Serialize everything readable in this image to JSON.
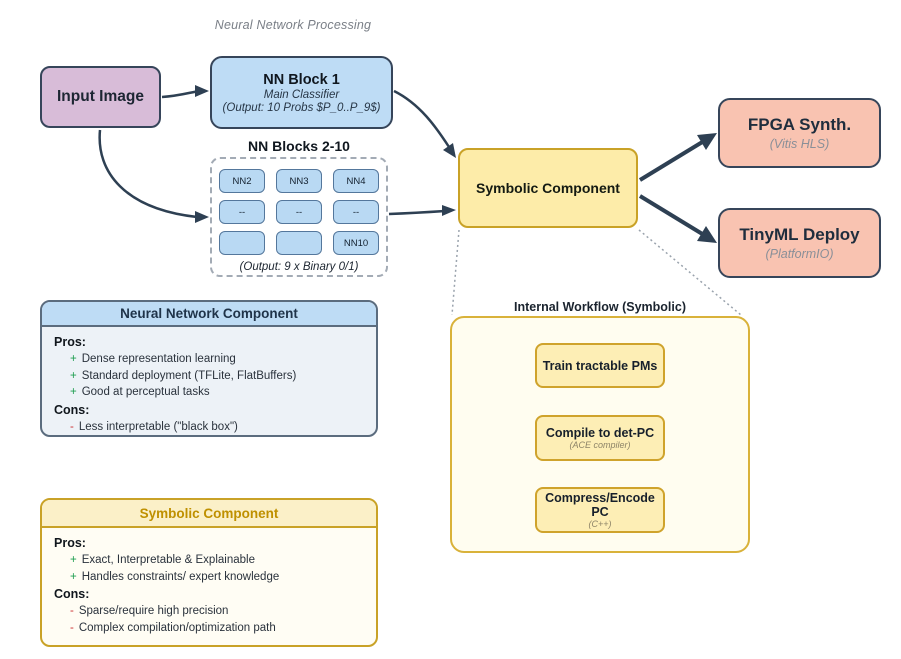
{
  "title": "Neural Network Processing",
  "nodes": {
    "input_image": {
      "label": "Input Image"
    },
    "nn_block1": {
      "title": "NN Block 1",
      "subtitle": "Main Classifier",
      "output": "(Output: 10 Probs $P_0..P_9$)"
    },
    "nn_group": {
      "title": "NN Blocks 2-10",
      "cells": [
        "NN2",
        "NN3",
        "NN4",
        "--",
        "--",
        "--",
        "",
        "",
        "NN10"
      ],
      "caption": "(Output: 9 x Binary 0/1)"
    },
    "symbolic": {
      "label": "Symbolic Component"
    },
    "fpga": {
      "title": "FPGA Synth.",
      "subtitle": "(Vitis HLS)"
    },
    "tinyml": {
      "title": "TinyML Deploy",
      "subtitle": "(PlatformIO)"
    }
  },
  "workflow": {
    "title": "Internal Workflow (Symbolic)",
    "steps": [
      {
        "title": "Train tractable PMs",
        "subtitle": ""
      },
      {
        "title": "Compile to det-PC",
        "subtitle": "(ACE compiler)"
      },
      {
        "title": "Compress/Encode PC",
        "subtitle": "(C++)"
      }
    ]
  },
  "signs": {
    "plus": "+",
    "minus": "-"
  },
  "panels": {
    "nn": {
      "title": "Neural Network Component",
      "pros_label": "Pros:",
      "pros": [
        "Dense representation learning",
        "Standard deployment (TFLite, FlatBuffers)",
        "Good at perceptual tasks"
      ],
      "cons_label": "Cons:",
      "cons": [
        "Less interpretable (\"black box\")"
      ]
    },
    "symbolic": {
      "title": "Symbolic Component",
      "pros_label": "Pros:",
      "pros": [
        "Exact, Interpretable & Explainable",
        "Handles constraints/ expert knowledge"
      ],
      "cons_label": "Cons:",
      "cons": [
        "Sparse/require high precision",
        "Complex compilation/optimization path"
      ]
    }
  },
  "colors": {
    "arrow": "#2e4053",
    "nn_blue_fill": "#bedcf5",
    "input_purple_fill": "#d8bcd8",
    "symbolic_yellow_fill": "#fdeca9",
    "deploy_salmon_fill": "#f9c3b1",
    "gold_border": "#c9a227",
    "dark_border": "#36455a",
    "pro_green": "#1e9e50",
    "con_red": "#cc3333"
  }
}
